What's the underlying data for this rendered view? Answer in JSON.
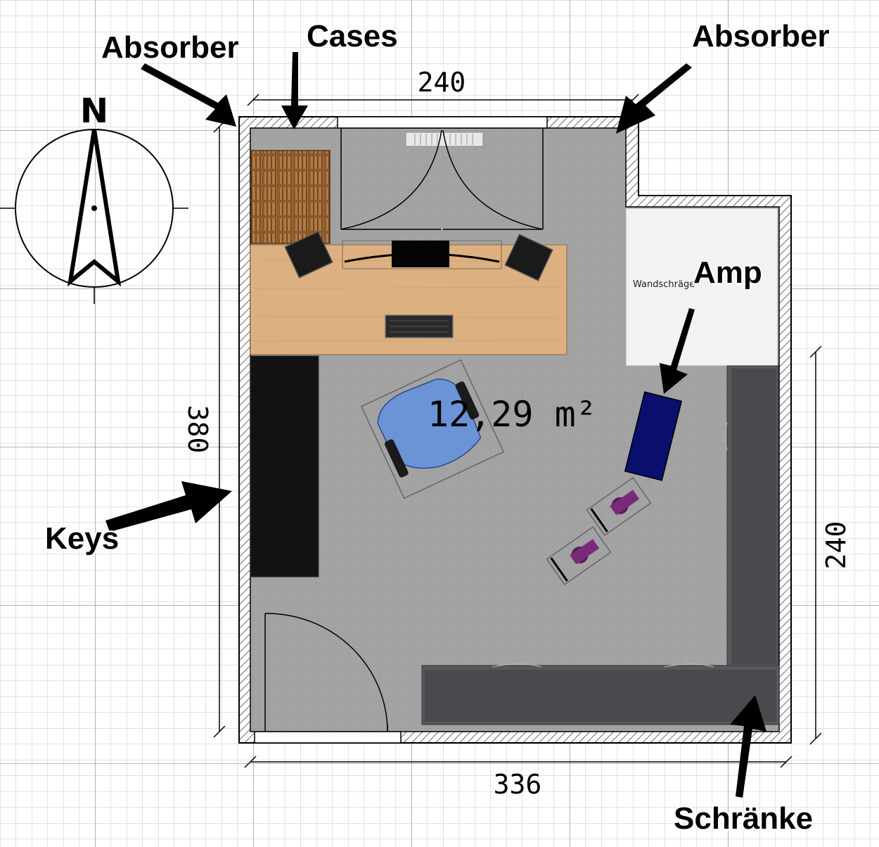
{
  "plan": {
    "area_label": "12,29 m²",
    "dimensions": {
      "top": "240",
      "left": "380",
      "bottom": "336",
      "right": "240"
    },
    "compass": {
      "north_label": "N"
    },
    "sloped_ceiling_label": "Wandschräge",
    "callouts": {
      "absorber_left": "Absorber",
      "cases": "Cases",
      "absorber_right": "Absorber",
      "amp": "Amp",
      "keys": "Keys",
      "cabinets": "Schränke"
    }
  },
  "colors": {
    "floor": "#a3a3a3",
    "wall_hatch": "#555555",
    "desk": "#dcb080",
    "cabinet": "#58585c",
    "keys": "#121212",
    "amp": "#0a0f6e",
    "chair": "#6b93d6",
    "shelf": "#8b5a2b"
  }
}
